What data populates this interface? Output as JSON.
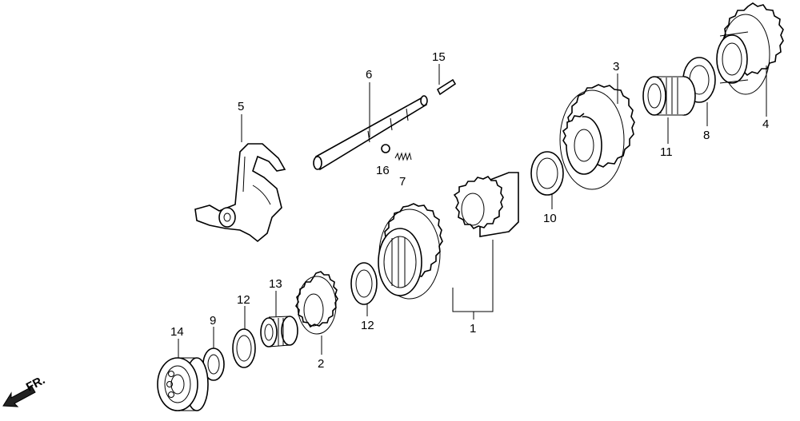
{
  "callouts": {
    "c1": "1",
    "c2": "2",
    "c3": "3",
    "c4": "4",
    "c5": "5",
    "c6": "6",
    "c7": "7",
    "c8": "8",
    "c9": "9",
    "c10": "10",
    "c11": "11",
    "c12a": "12",
    "c12b": "12",
    "c13": "13",
    "c14": "14",
    "c15": "15",
    "c16": "16"
  },
  "front_indicator": "FR."
}
